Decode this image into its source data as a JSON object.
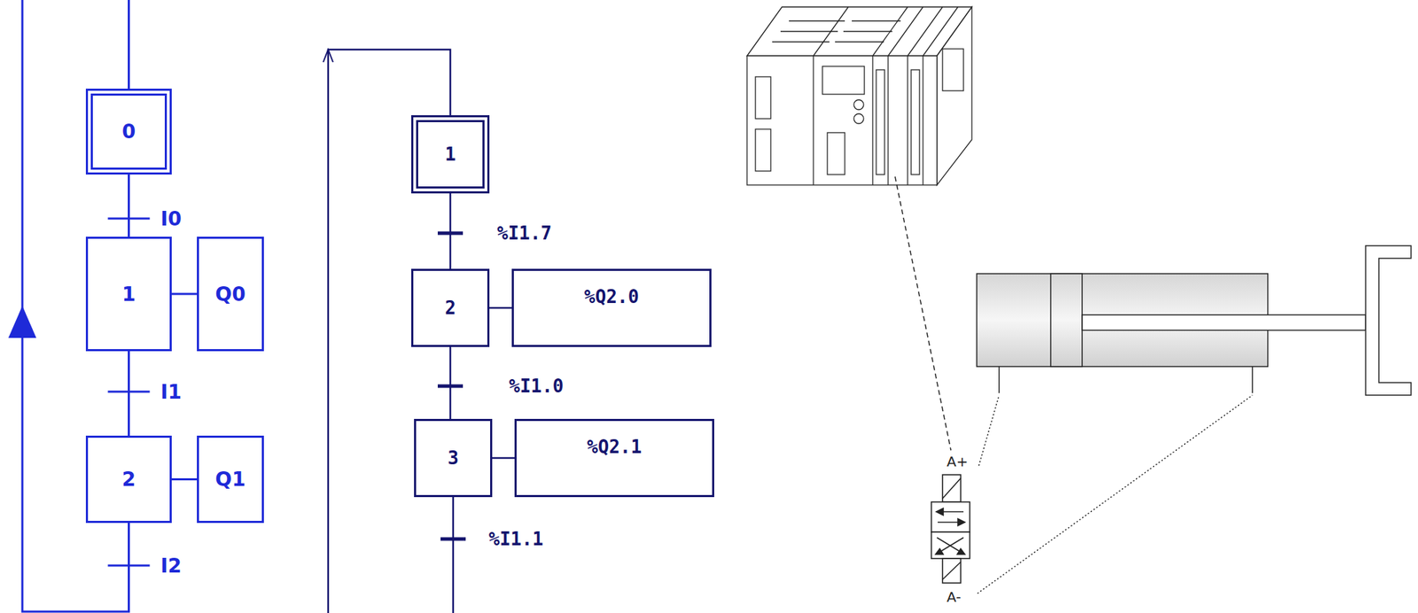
{
  "diagram": {
    "nodes": [
      {
        "text": [
          "0"
        ]
      },
      {
        "text": [
          "1"
        ]
      },
      {
        "text": [
          "Q0"
        ]
      },
      {
        "text": [
          "2"
        ]
      },
      {
        "text": [
          "Q1"
        ]
      },
      {
        "text": [
          "1"
        ]
      },
      {
        "text": [
          "2"
        ]
      },
      {
        "text": [
          "%Q2.0"
        ]
      },
      {
        "text": [
          "3"
        ]
      },
      {
        "text": [
          "%Q2.1"
        ]
      }
    ],
    "edges": [
      {
        "from": 0,
        "to": 1,
        "arrow": "none",
        "label": "I0"
      },
      {
        "from": 1,
        "to": 2,
        "arrow": "none"
      },
      {
        "from": 1,
        "to": 3,
        "arrow": "none",
        "label": "I1"
      },
      {
        "from": 3,
        "to": 4,
        "arrow": "none"
      },
      {
        "from": 3,
        "to": 0,
        "arrow": "to",
        "label": "I2"
      },
      {
        "from": 5,
        "to": 6,
        "arrow": "none",
        "label": "%I1.7"
      },
      {
        "from": 6,
        "to": 7,
        "arrow": "none"
      },
      {
        "from": 6,
        "to": 8,
        "arrow": "none",
        "label": "%I1.0"
      },
      {
        "from": 8,
        "to": 9,
        "arrow": "none"
      },
      {
        "from": 8,
        "to": 5,
        "arrow": "to",
        "label": "%I1.1"
      }
    ],
    "labels": [
      "A+",
      "A-"
    ]
  }
}
